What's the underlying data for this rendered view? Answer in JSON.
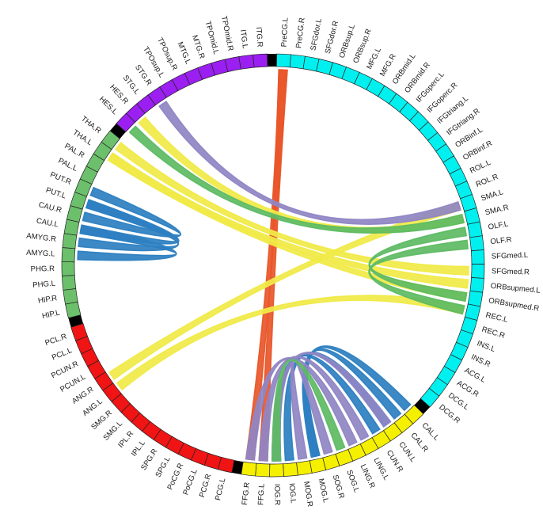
{
  "colors": {
    "frontal": "#00f0f0",
    "occipital": "#f5f000",
    "parietal": "#f01414",
    "subcortical": "#6cc06c",
    "temporal": "#9b1ff0",
    "gap": "#000000",
    "ring_outline": "#222222"
  },
  "ring": {
    "regions": [
      {
        "label": "PreCG.L",
        "group": "frontal"
      },
      {
        "label": "PreCG.R",
        "group": "frontal"
      },
      {
        "label": "SFGdor.L",
        "group": "frontal"
      },
      {
        "label": "SFGdor.R",
        "group": "frontal"
      },
      {
        "label": "ORBsup.L",
        "group": "frontal"
      },
      {
        "label": "ORBsup.R",
        "group": "frontal"
      },
      {
        "label": "MFG.L",
        "group": "frontal"
      },
      {
        "label": "MFG.R",
        "group": "frontal"
      },
      {
        "label": "ORBmid.L",
        "group": "frontal"
      },
      {
        "label": "ORBmid.R",
        "group": "frontal"
      },
      {
        "label": "IFGoperc.L",
        "group": "frontal"
      },
      {
        "label": "IFGoperc.R",
        "group": "frontal"
      },
      {
        "label": "IFGtriang.L",
        "group": "frontal"
      },
      {
        "label": "IFGtriang.R",
        "group": "frontal"
      },
      {
        "label": "ORBinf.L",
        "group": "frontal"
      },
      {
        "label": "ORBinf.R",
        "group": "frontal"
      },
      {
        "label": "ROL.L",
        "group": "frontal"
      },
      {
        "label": "ROL.R",
        "group": "frontal"
      },
      {
        "label": "SMA.L",
        "group": "frontal"
      },
      {
        "label": "SMA.R",
        "group": "frontal"
      },
      {
        "label": "OLF.L",
        "group": "frontal"
      },
      {
        "label": "OLF.R",
        "group": "frontal"
      },
      {
        "label": "SFGmed.L",
        "group": "frontal"
      },
      {
        "label": "SFGmed.R",
        "group": "frontal"
      },
      {
        "label": "ORBsupmed.L",
        "group": "frontal"
      },
      {
        "label": "ORBsupmed.R",
        "group": "frontal"
      },
      {
        "label": "REC.L",
        "group": "frontal"
      },
      {
        "label": "REC.R",
        "group": "frontal"
      },
      {
        "label": "INS.L",
        "group": "frontal"
      },
      {
        "label": "INS.R",
        "group": "frontal"
      },
      {
        "label": "ACG.L",
        "group": "frontal"
      },
      {
        "label": "ACG.R",
        "group": "frontal"
      },
      {
        "label": "DCG.L",
        "group": "frontal"
      },
      {
        "label": "DCG.R",
        "group": "frontal"
      },
      {
        "label": "CAL.L",
        "group": "occipital"
      },
      {
        "label": "CAL.R",
        "group": "occipital"
      },
      {
        "label": "CUN.L",
        "group": "occipital"
      },
      {
        "label": "CUN.R",
        "group": "occipital"
      },
      {
        "label": "LING.L",
        "group": "occipital"
      },
      {
        "label": "LING.R",
        "group": "occipital"
      },
      {
        "label": "SOG.L",
        "group": "occipital"
      },
      {
        "label": "SOG.R",
        "group": "occipital"
      },
      {
        "label": "MOG.L",
        "group": "occipital"
      },
      {
        "label": "MOG.R",
        "group": "occipital"
      },
      {
        "label": "IOG.L",
        "group": "occipital"
      },
      {
        "label": "IOG.R",
        "group": "occipital"
      },
      {
        "label": "FFG.L",
        "group": "occipital"
      },
      {
        "label": "FFG.R",
        "group": "occipital"
      },
      {
        "label": "PCG.L",
        "group": "parietal"
      },
      {
        "label": "PCG.R",
        "group": "parietal"
      },
      {
        "label": "PoCG.L",
        "group": "parietal"
      },
      {
        "label": "PoCG.R",
        "group": "parietal"
      },
      {
        "label": "SPG.L",
        "group": "parietal"
      },
      {
        "label": "SPG.R",
        "group": "parietal"
      },
      {
        "label": "IPL.L",
        "group": "parietal"
      },
      {
        "label": "IPL.R",
        "group": "parietal"
      },
      {
        "label": "SMG.L",
        "group": "parietal"
      },
      {
        "label": "SMG.R",
        "group": "parietal"
      },
      {
        "label": "ANG.L",
        "group": "parietal"
      },
      {
        "label": "ANG.R",
        "group": "parietal"
      },
      {
        "label": "PCUN.L",
        "group": "parietal"
      },
      {
        "label": "PCUN.R",
        "group": "parietal"
      },
      {
        "label": "PCL.L",
        "group": "parietal"
      },
      {
        "label": "PCL.R",
        "group": "parietal"
      },
      {
        "label": "HIP.L",
        "group": "subcortical"
      },
      {
        "label": "HIP.R",
        "group": "subcortical"
      },
      {
        "label": "PHG.L",
        "group": "subcortical"
      },
      {
        "label": "PHG.R",
        "group": "subcortical"
      },
      {
        "label": "AMYG.L",
        "group": "subcortical"
      },
      {
        "label": "AMYG.R",
        "group": "subcortical"
      },
      {
        "label": "CAU.L",
        "group": "subcortical"
      },
      {
        "label": "CAU.R",
        "group": "subcortical"
      },
      {
        "label": "PUT.L",
        "group": "subcortical"
      },
      {
        "label": "PUT.R",
        "group": "subcortical"
      },
      {
        "label": "PAL.L",
        "group": "subcortical"
      },
      {
        "label": "PAL.R",
        "group": "subcortical"
      },
      {
        "label": "THA.L",
        "group": "subcortical"
      },
      {
        "label": "THA.R",
        "group": "subcortical"
      },
      {
        "label": "HES.L",
        "group": "temporal"
      },
      {
        "label": "HES.R",
        "group": "temporal"
      },
      {
        "label": "STG.L",
        "group": "temporal"
      },
      {
        "label": "STG.R",
        "group": "temporal"
      },
      {
        "label": "TPOsup.L",
        "group": "temporal"
      },
      {
        "label": "TPOsup.R",
        "group": "temporal"
      },
      {
        "label": "MTG.L",
        "group": "temporal"
      },
      {
        "label": "MTG.R",
        "group": "temporal"
      },
      {
        "label": "TPOmid.L",
        "group": "temporal"
      },
      {
        "label": "TPOmid.R",
        "group": "temporal"
      },
      {
        "label": "ITG.L",
        "group": "temporal"
      },
      {
        "label": "ITG.R",
        "group": "temporal"
      }
    ]
  },
  "connections": [
    {
      "from": "PreCG.L",
      "to": "FFG.R",
      "color": "#e8562a"
    },
    {
      "from": "PreCG.L",
      "to": "FFG.L",
      "color": "#e8562a"
    },
    {
      "from": "ORBsupmed.R",
      "to": "THA.L",
      "color": "#f0ea48"
    },
    {
      "from": "ORBsupmed.L",
      "to": "THA.L",
      "color": "#f0ea48"
    },
    {
      "from": "SFGmed.R",
      "to": "THA.R",
      "color": "#f0ea48"
    },
    {
      "from": "SMA.R",
      "to": "HES.R",
      "color": "#f0ea48"
    },
    {
      "from": "SMA.L",
      "to": "ANG.R",
      "color": "#f0ea48"
    },
    {
      "from": "REC.L",
      "to": "ANG.L",
      "color": "#f0ea48"
    },
    {
      "from": "SMA.R",
      "to": "HES.L",
      "color": "#5dbb63"
    },
    {
      "from": "OLF.L",
      "to": "ORBsupmed.R",
      "color": "#5dbb63"
    },
    {
      "from": "OLF.R",
      "to": "REC.L",
      "color": "#5dbb63"
    },
    {
      "from": "SMA.L",
      "to": "STG.R",
      "color": "#8f86c4"
    },
    {
      "from": "CAU.R",
      "to": "PUT.R",
      "color": "#2d7fc1"
    },
    {
      "from": "CAU.L",
      "to": "PUT.L",
      "color": "#2d7fc1"
    },
    {
      "from": "AMYG.R",
      "to": "PUT.L",
      "color": "#2d7fc1"
    },
    {
      "from": "AMYG.L",
      "to": "CAU.L",
      "color": "#2d7fc1"
    },
    {
      "from": "CAL.R",
      "to": "MOG.L",
      "color": "#2d7fc1"
    },
    {
      "from": "CAL.L",
      "to": "MOG.L",
      "color": "#2d7fc1"
    },
    {
      "from": "CUN.R",
      "to": "IOG.R",
      "color": "#2d7fc1"
    },
    {
      "from": "CUN.L",
      "to": "IOG.L",
      "color": "#2d7fc1"
    },
    {
      "from": "LING.R",
      "to": "FFG.R",
      "color": "#8f86c4"
    },
    {
      "from": "LING.L",
      "to": "FFG.L",
      "color": "#8f86c4"
    },
    {
      "from": "CUN.L",
      "to": "IOG.R",
      "color": "#8f86c4"
    },
    {
      "from": "SOG.R",
      "to": "MOG.R",
      "color": "#8f86c4"
    },
    {
      "from": "SOG.L",
      "to": "IOG.R",
      "color": "#5dbb63"
    }
  ]
}
